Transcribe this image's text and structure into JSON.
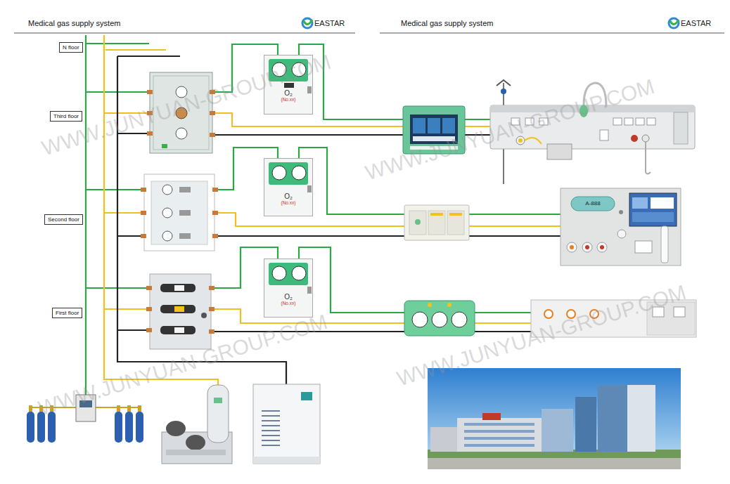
{
  "diagram": {
    "title": "Medical gas supply system",
    "nodes": [
      {
        "text": [
          "N floor"
        ]
      },
      {
        "text": [
          "Third floor"
        ]
      },
      {
        "text": [
          "Second floor"
        ]
      },
      {
        "text": [
          "First floor"
        ]
      },
      {
        "text": [
          "O₂",
          "(No.xx)"
        ]
      },
      {
        "text": [
          "O₂",
          "(No.xx)"
        ]
      },
      {
        "text": [
          "O₂",
          "(No.xx)"
        ]
      }
    ],
    "labels": [
      "EASTAR",
      "Medical gas supply system",
      "EASTAR",
      "A-888",
      "WWW.JUNYUAN-GROUP.COM",
      "WWW.JUNYUAN-GROUP.COM",
      "WWW.JUNYUAN-GROUP.COM",
      "WWW.JUNYUAN-GROUP.COM"
    ]
  }
}
